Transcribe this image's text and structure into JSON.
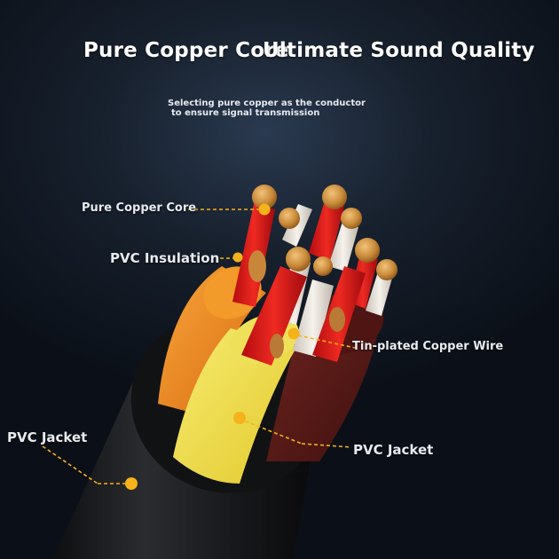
{
  "header": {
    "title_left": "Pure Copper Core",
    "title_right": "Ultimate Sound Quality",
    "subtitle_line1": "Selecting pure copper as the conductor",
    "subtitle_line2": "to ensure signal transmission"
  },
  "callouts": {
    "pure_copper_core": "Pure Copper Core",
    "pvc_insulation": "PVC Insulation",
    "tin_plated_copper_wire": "Tin-plated Copper Wire",
    "pvc_jacket_left": "PVC Jacket",
    "pvc_jacket_right": "PVC Jacket"
  },
  "colors": {
    "jacket": "#1c1d20",
    "orange_core": "#f08a1a",
    "yellow_core": "#f2e04a",
    "maroon_core": "#5a1a16",
    "red_insulation": "#d8141a",
    "white_insulation": "#ece6de",
    "copper": "#c98a3a",
    "callout_dot": "#f5b21a"
  }
}
